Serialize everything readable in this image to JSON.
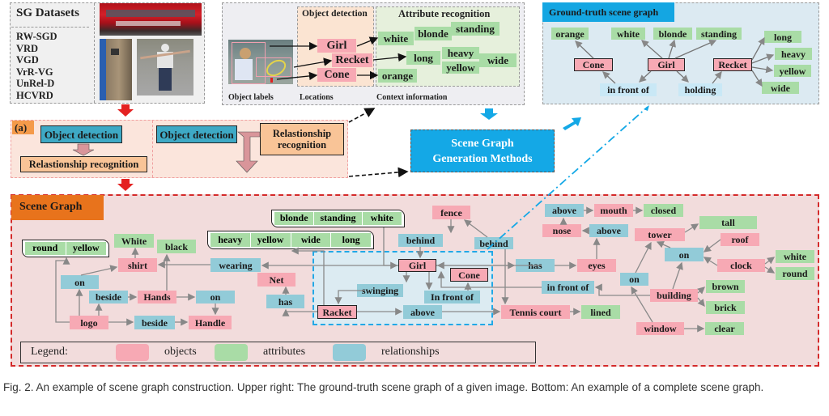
{
  "datasets": {
    "title": "SG Datasets",
    "items": [
      "RW-SGD",
      "VRD",
      "VGD",
      "VrR-VG",
      "UnRel-D",
      "HCVRD"
    ],
    "images": [
      "red-double-decker-bus-photo",
      "clock-tower-photo",
      "skateboarder-photo"
    ]
  },
  "pipeline_panel": {
    "object_detection_header": "Object detection",
    "attribute_recognition_header": "Attribute recognition",
    "objects": [
      "Girl",
      "Recket",
      "Cone"
    ],
    "attributes": [
      "white",
      "blonde",
      "standing",
      "long",
      "heavy",
      "wide",
      "yellow",
      "orange"
    ],
    "footer": [
      "Object labels",
      "Locations",
      "Context information"
    ],
    "image": "girl-with-tennis-racket-photo"
  },
  "ground_truth": {
    "title": "Ground-truth scene graph",
    "objects": [
      "Cone",
      "Girl",
      "Recket"
    ],
    "attributes": [
      "orange",
      "white",
      "blonde",
      "standing",
      "long",
      "heavy",
      "yellow",
      "wide"
    ],
    "relationships": [
      "in front of",
      "holding"
    ]
  },
  "approaches": {
    "label": "(a)",
    "left": {
      "step1": "Object detection",
      "step2": "Relastionship recognition"
    },
    "right": {
      "step1": "Object detection",
      "step2": "Relastionship recognition"
    }
  },
  "methods_box": {
    "line1": "Scene Graph",
    "line2": "Generation  Methods"
  },
  "scene_graph": {
    "title": "Scene Graph",
    "attr_groups": [
      [
        "round",
        "yellow"
      ],
      [
        "blonde",
        "standing",
        "white"
      ],
      [
        "heavy",
        "yellow",
        "wide",
        "long"
      ]
    ],
    "nodes": {
      "White": "White",
      "black": "black",
      "shirt": "shirt",
      "wearing": "wearing",
      "on1": "on",
      "beside1": "beside",
      "Hands": "Hands",
      "on2": "on",
      "logo": "logo",
      "beside2": "beside",
      "Handle": "Handle",
      "Net": "Net",
      "has1": "has",
      "Racket": "Racket",
      "swinging": "swinging",
      "Girl": "Girl",
      "Cone": "Cone",
      "infront1": "In front of",
      "above1": "above",
      "behind1": "behind",
      "fence": "fence",
      "behind2": "behind",
      "TennisCourt": "Tennis court",
      "lined": "lined",
      "has2": "has",
      "eyes": "eyes",
      "above2": "above",
      "nose": "nose",
      "above3": "above",
      "mouth": "mouth",
      "closed": "closed",
      "infront2": "in front of",
      "tower": "tower",
      "tall": "tall",
      "on3": "on",
      "roof": "roof",
      "clock": "clock",
      "white2": "white",
      "round2": "round",
      "on4": "on",
      "building": "building",
      "brown": "brown",
      "brick": "brick",
      "window": "window",
      "clear": "clear"
    },
    "legend": {
      "title": "Legend:",
      "items": [
        {
          "label": "objects",
          "color": "#f7a9b4"
        },
        {
          "label": "attributes",
          "color": "#a9dca6"
        },
        {
          "label": "relationships",
          "color": "#92cbd8"
        }
      ]
    }
  },
  "caption": "Fig. 2. An example of scene graph construction. Upper right: The ground-truth scene graph of a given image. Bottom: An example of a complete scene graph.",
  "colors": {
    "object": "#f7a9b4",
    "attribute": "#a9dca6",
    "relationship": "#92cbd8",
    "accent_blue": "#10a8e0",
    "accent_orange": "#e8731c",
    "red_dash": "#d42a2a"
  }
}
